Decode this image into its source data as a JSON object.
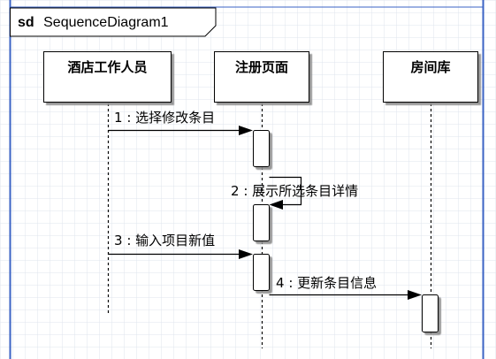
{
  "frame": {
    "keyword": "sd",
    "name": "SequenceDiagram1"
  },
  "lifelines": [
    {
      "id": "staff",
      "label": "酒店工作人员"
    },
    {
      "id": "register",
      "label": "注册页面"
    },
    {
      "id": "room",
      "label": "房间库"
    }
  ],
  "messages": [
    {
      "num": "1",
      "text": "选择修改条目",
      "from": "staff",
      "to": "register"
    },
    {
      "num": "2",
      "text": "展示所选条目详情",
      "from": "register",
      "to": "register"
    },
    {
      "num": "3",
      "text": "输入项目新值",
      "from": "staff",
      "to": "register"
    },
    {
      "num": "4",
      "text": "更新条目信息",
      "from": "register",
      "to": "room"
    }
  ],
  "colors": {
    "grid": "#dfe4ee",
    "page_edge": "#3b63c4",
    "box_fill": "#ffffff",
    "line": "#000000",
    "shadow": "#8c8c8c"
  }
}
